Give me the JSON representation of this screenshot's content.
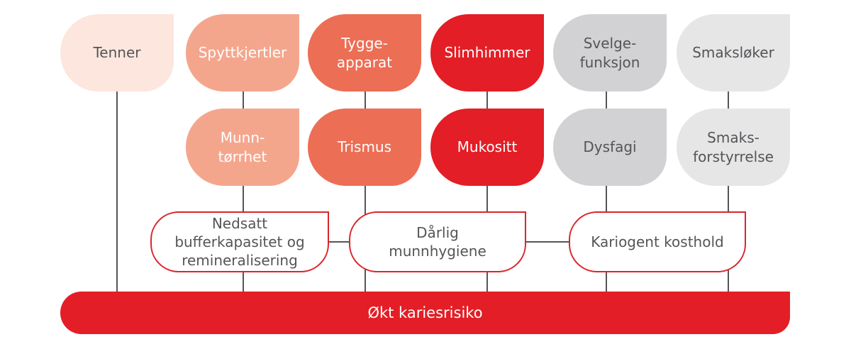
{
  "colors": {
    "connector": "#555559",
    "outline_red": "#d9262c",
    "bar_red": "#e31e26",
    "text_dark": "#555559",
    "text_light": "#ffffff"
  },
  "top_row": [
    {
      "label": "Tenner",
      "fill": "#fce6dd",
      "text_color": "#555559"
    },
    {
      "label": "Spyttkjertler",
      "fill": "#f4a68d",
      "text_color": "#ffffff"
    },
    {
      "label": "Tygge-\napparat",
      "fill": "#ec6e55",
      "text_color": "#ffffff"
    },
    {
      "label": "Slimhimmer",
      "fill": "#e31e26",
      "text_color": "#ffffff"
    },
    {
      "label": "Svelge-\nfunksjon",
      "fill": "#d2d2d4",
      "text_color": "#555559"
    },
    {
      "label": "Smaksløker",
      "fill": "#e6e6e7",
      "text_color": "#555559"
    }
  ],
  "second_row": [
    {
      "label": "Munn-\ntørrhet",
      "fill": "#f4a68d",
      "text_color": "#ffffff"
    },
    {
      "label": "Trismus",
      "fill": "#ec6e55",
      "text_color": "#ffffff"
    },
    {
      "label": "Mukositt",
      "fill": "#e31e26",
      "text_color": "#ffffff"
    },
    {
      "label": "Dysfagi",
      "fill": "#d2d2d4",
      "text_color": "#555559"
    },
    {
      "label": "Smaks-\nforstyrrelse",
      "fill": "#e6e6e7",
      "text_color": "#555559"
    }
  ],
  "factors": [
    {
      "label": "Nedsatt\nbufferkapasitet og\nremineralisering"
    },
    {
      "label": "Dårlig\nmunnhygiene"
    },
    {
      "label": "Kariogent kosthold"
    }
  ],
  "outcome": {
    "label": "Økt kariesrisiko"
  }
}
